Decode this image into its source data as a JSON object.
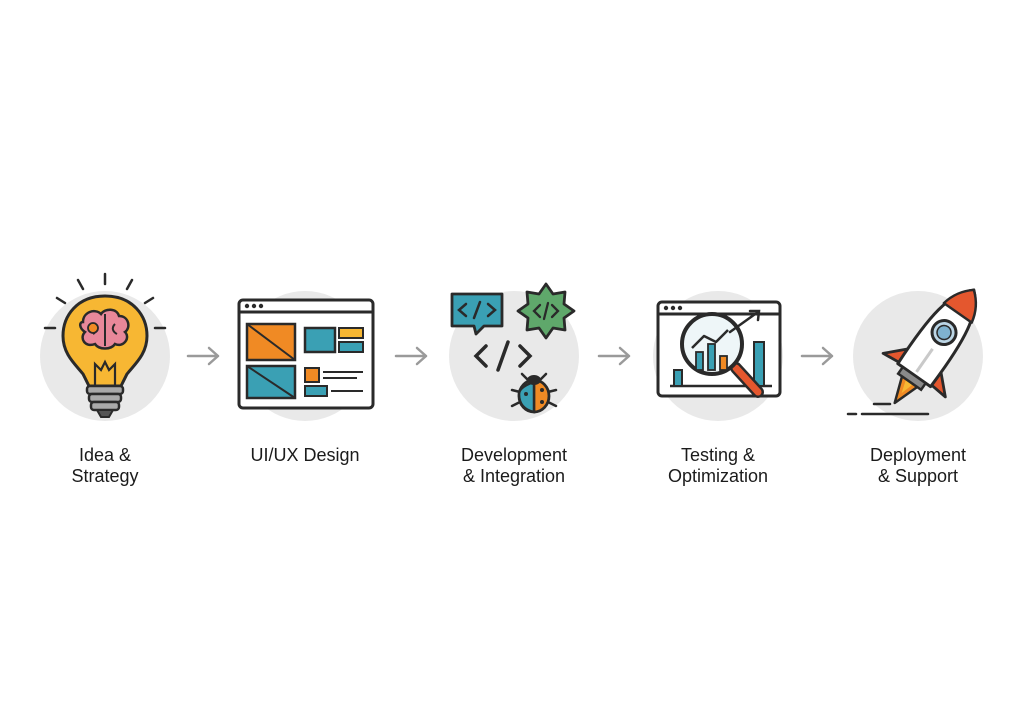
{
  "steps": [
    {
      "label": "Idea &\nStrategy",
      "icon": "lightbulb-brain-icon"
    },
    {
      "label": "UI/UX Design",
      "icon": "wireframe-window-icon"
    },
    {
      "label": "Development\n& Integration",
      "icon": "code-bug-icon"
    },
    {
      "label": "Testing &\nOptimization",
      "icon": "magnifier-chart-icon"
    },
    {
      "label": "Deployment\n& Support",
      "icon": "rocket-icon"
    }
  ],
  "colors": {
    "circle": "#e9e9e9",
    "arrow": "#9a9a9a",
    "orange": "#f08a24",
    "yellow": "#f7b733",
    "teal": "#3aa0b4",
    "green": "#5fa86b",
    "red": "#e4572e",
    "pink": "#e8889a",
    "outline": "#2a2a2a"
  }
}
